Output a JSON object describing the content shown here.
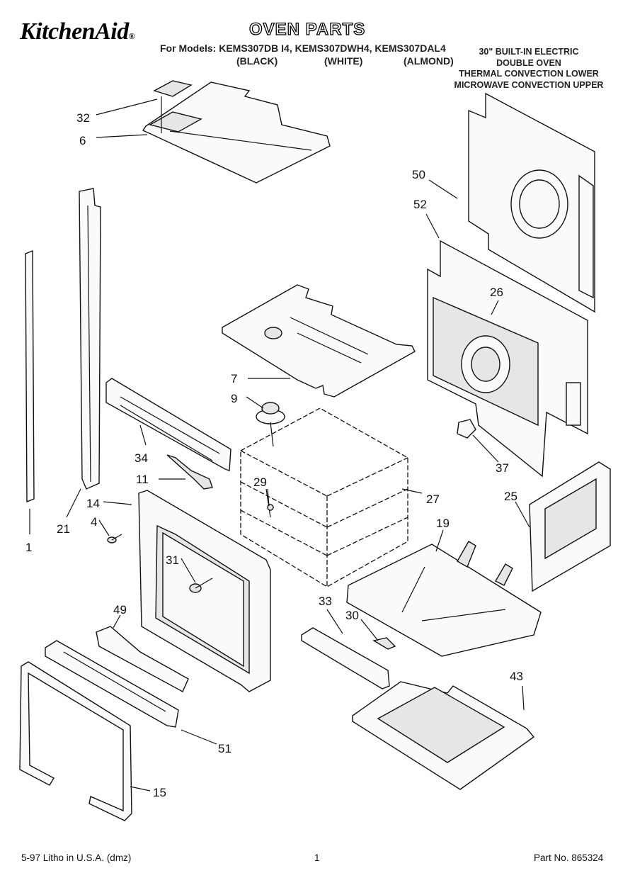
{
  "header": {
    "brand": "KitchenAid",
    "brand_mark": "®",
    "title": "OVEN PARTS",
    "models_line": "For Models: KEMS307DB I4, KEMS307DWH4, KEMS307DAL4",
    "colors": [
      "(BLACK)",
      "(WHITE)",
      "(ALMOND)"
    ],
    "description": [
      "30\" BUILT-IN ELECTRIC",
      "DOUBLE OVEN",
      "THERMAL CONVECTION LOWER",
      "MICROWAVE CONVECTION UPPER"
    ]
  },
  "callouts": [
    {
      "id": "c32",
      "label": "32"
    },
    {
      "id": "c6",
      "label": "6"
    },
    {
      "id": "c50",
      "label": "50"
    },
    {
      "id": "c52",
      "label": "52"
    },
    {
      "id": "c26",
      "label": "26"
    },
    {
      "id": "c7",
      "label": "7"
    },
    {
      "id": "c9",
      "label": "9"
    },
    {
      "id": "c34",
      "label": "34"
    },
    {
      "id": "c11",
      "label": "11"
    },
    {
      "id": "c37",
      "label": "37"
    },
    {
      "id": "c29",
      "label": "29"
    },
    {
      "id": "c27",
      "label": "27"
    },
    {
      "id": "c25",
      "label": "25"
    },
    {
      "id": "c14",
      "label": "14"
    },
    {
      "id": "c4",
      "label": "4"
    },
    {
      "id": "c21",
      "label": "21"
    },
    {
      "id": "c1",
      "label": "1"
    },
    {
      "id": "c19",
      "label": "19"
    },
    {
      "id": "c31",
      "label": "31"
    },
    {
      "id": "c49",
      "label": "49"
    },
    {
      "id": "c33",
      "label": "33"
    },
    {
      "id": "c30",
      "label": "30"
    },
    {
      "id": "c43",
      "label": "43"
    },
    {
      "id": "c51",
      "label": "51"
    },
    {
      "id": "c15",
      "label": "15"
    }
  ],
  "footer": {
    "litho": "5-97 Litho in U.S.A. (dmz)",
    "page": "1",
    "part_no": "Part No. 865324"
  }
}
